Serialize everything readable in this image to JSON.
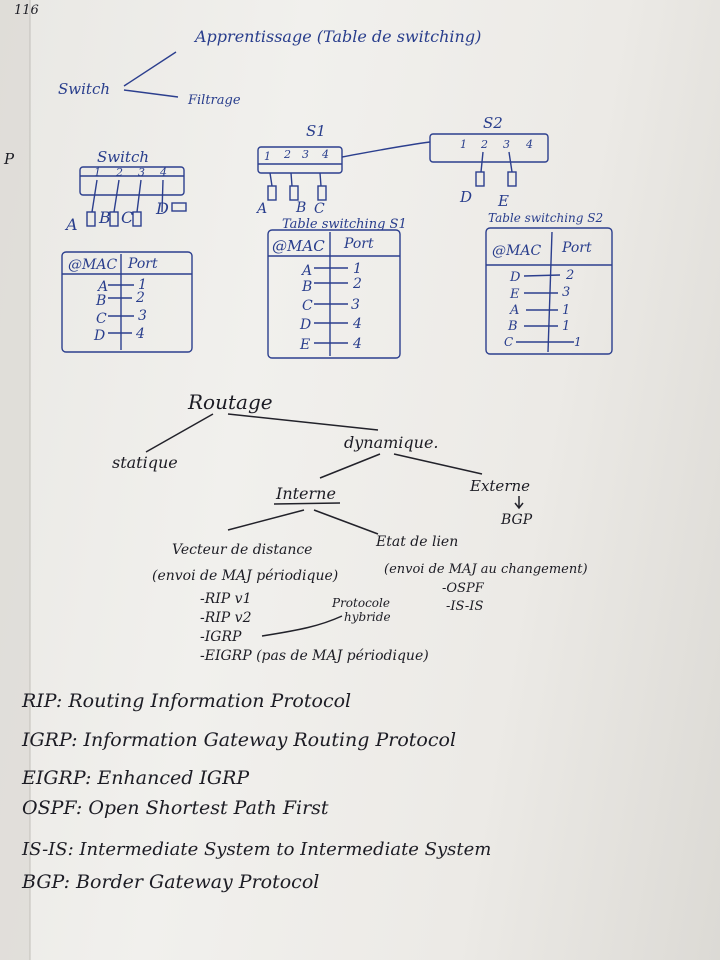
{
  "page_number": "116",
  "margin_mark": "P",
  "switch_tree": {
    "root": "Switch",
    "branch_top": "Apprentissage (Table de switching)",
    "branch_bottom": "Filtrage"
  },
  "switch_diagram": {
    "title": "Switch",
    "ports": [
      "1",
      "2",
      "3",
      "4"
    ],
    "hosts": [
      "A",
      "B",
      "C",
      "D"
    ]
  },
  "table1": {
    "headers": [
      "@MAC",
      "Port"
    ],
    "rows": [
      [
        "A",
        "1"
      ],
      [
        "B",
        "2"
      ],
      [
        "C",
        "3"
      ],
      [
        "D",
        "4"
      ]
    ]
  },
  "s1": {
    "label": "S1",
    "ports": [
      "1",
      "2",
      "3",
      "4"
    ],
    "hosts": [
      "A",
      "B",
      "C"
    ]
  },
  "s2": {
    "label": "S2",
    "ports": [
      "1",
      "2",
      "3",
      "4"
    ],
    "hosts": [
      "D",
      "E"
    ]
  },
  "table_s1": {
    "title": "Table switching S1",
    "headers": [
      "@MAC",
      "Port"
    ],
    "rows": [
      [
        "A",
        "1"
      ],
      [
        "B",
        "2"
      ],
      [
        "C",
        "3"
      ],
      [
        "D",
        "4"
      ],
      [
        "E",
        "4"
      ]
    ]
  },
  "table_s2": {
    "title": "Table switching S2",
    "headers": [
      "@MAC",
      "Port"
    ],
    "rows": [
      [
        "D",
        "2"
      ],
      [
        "E",
        "3"
      ],
      [
        "A",
        "1"
      ],
      [
        "B",
        "1"
      ],
      [
        "C",
        "1"
      ]
    ]
  },
  "routing": {
    "title": "Routage",
    "statique": "statique",
    "dynamique": "dynamique.",
    "interne": "Interne",
    "externe": "Externe",
    "bgp": "BGP",
    "vecteur": "Vecteur de distance",
    "vecteur_note": "(envoi de MAJ périodique)",
    "etat": "Etat de lien",
    "etat_note": "(envoi de MAJ au changement)",
    "dv_protocols": [
      "-RIP v1",
      "-RIP v2",
      "-IGRP",
      "-EIGRP (pas de MAJ périodique)"
    ],
    "ls_protocols": [
      "-OSPF",
      "-IS-IS"
    ],
    "hybrid": [
      "Protocole",
      "hybride"
    ]
  },
  "definitions": [
    "RIP: Routing Information Protocol",
    "IGRP: Information Gateway Routing Protocol",
    "EIGRP: Enhanced IGRP",
    "OSPF: Open Shortest Path First",
    "IS-IS: Intermediate System to Intermediate System",
    "BGP: Border Gateway Protocol"
  ]
}
